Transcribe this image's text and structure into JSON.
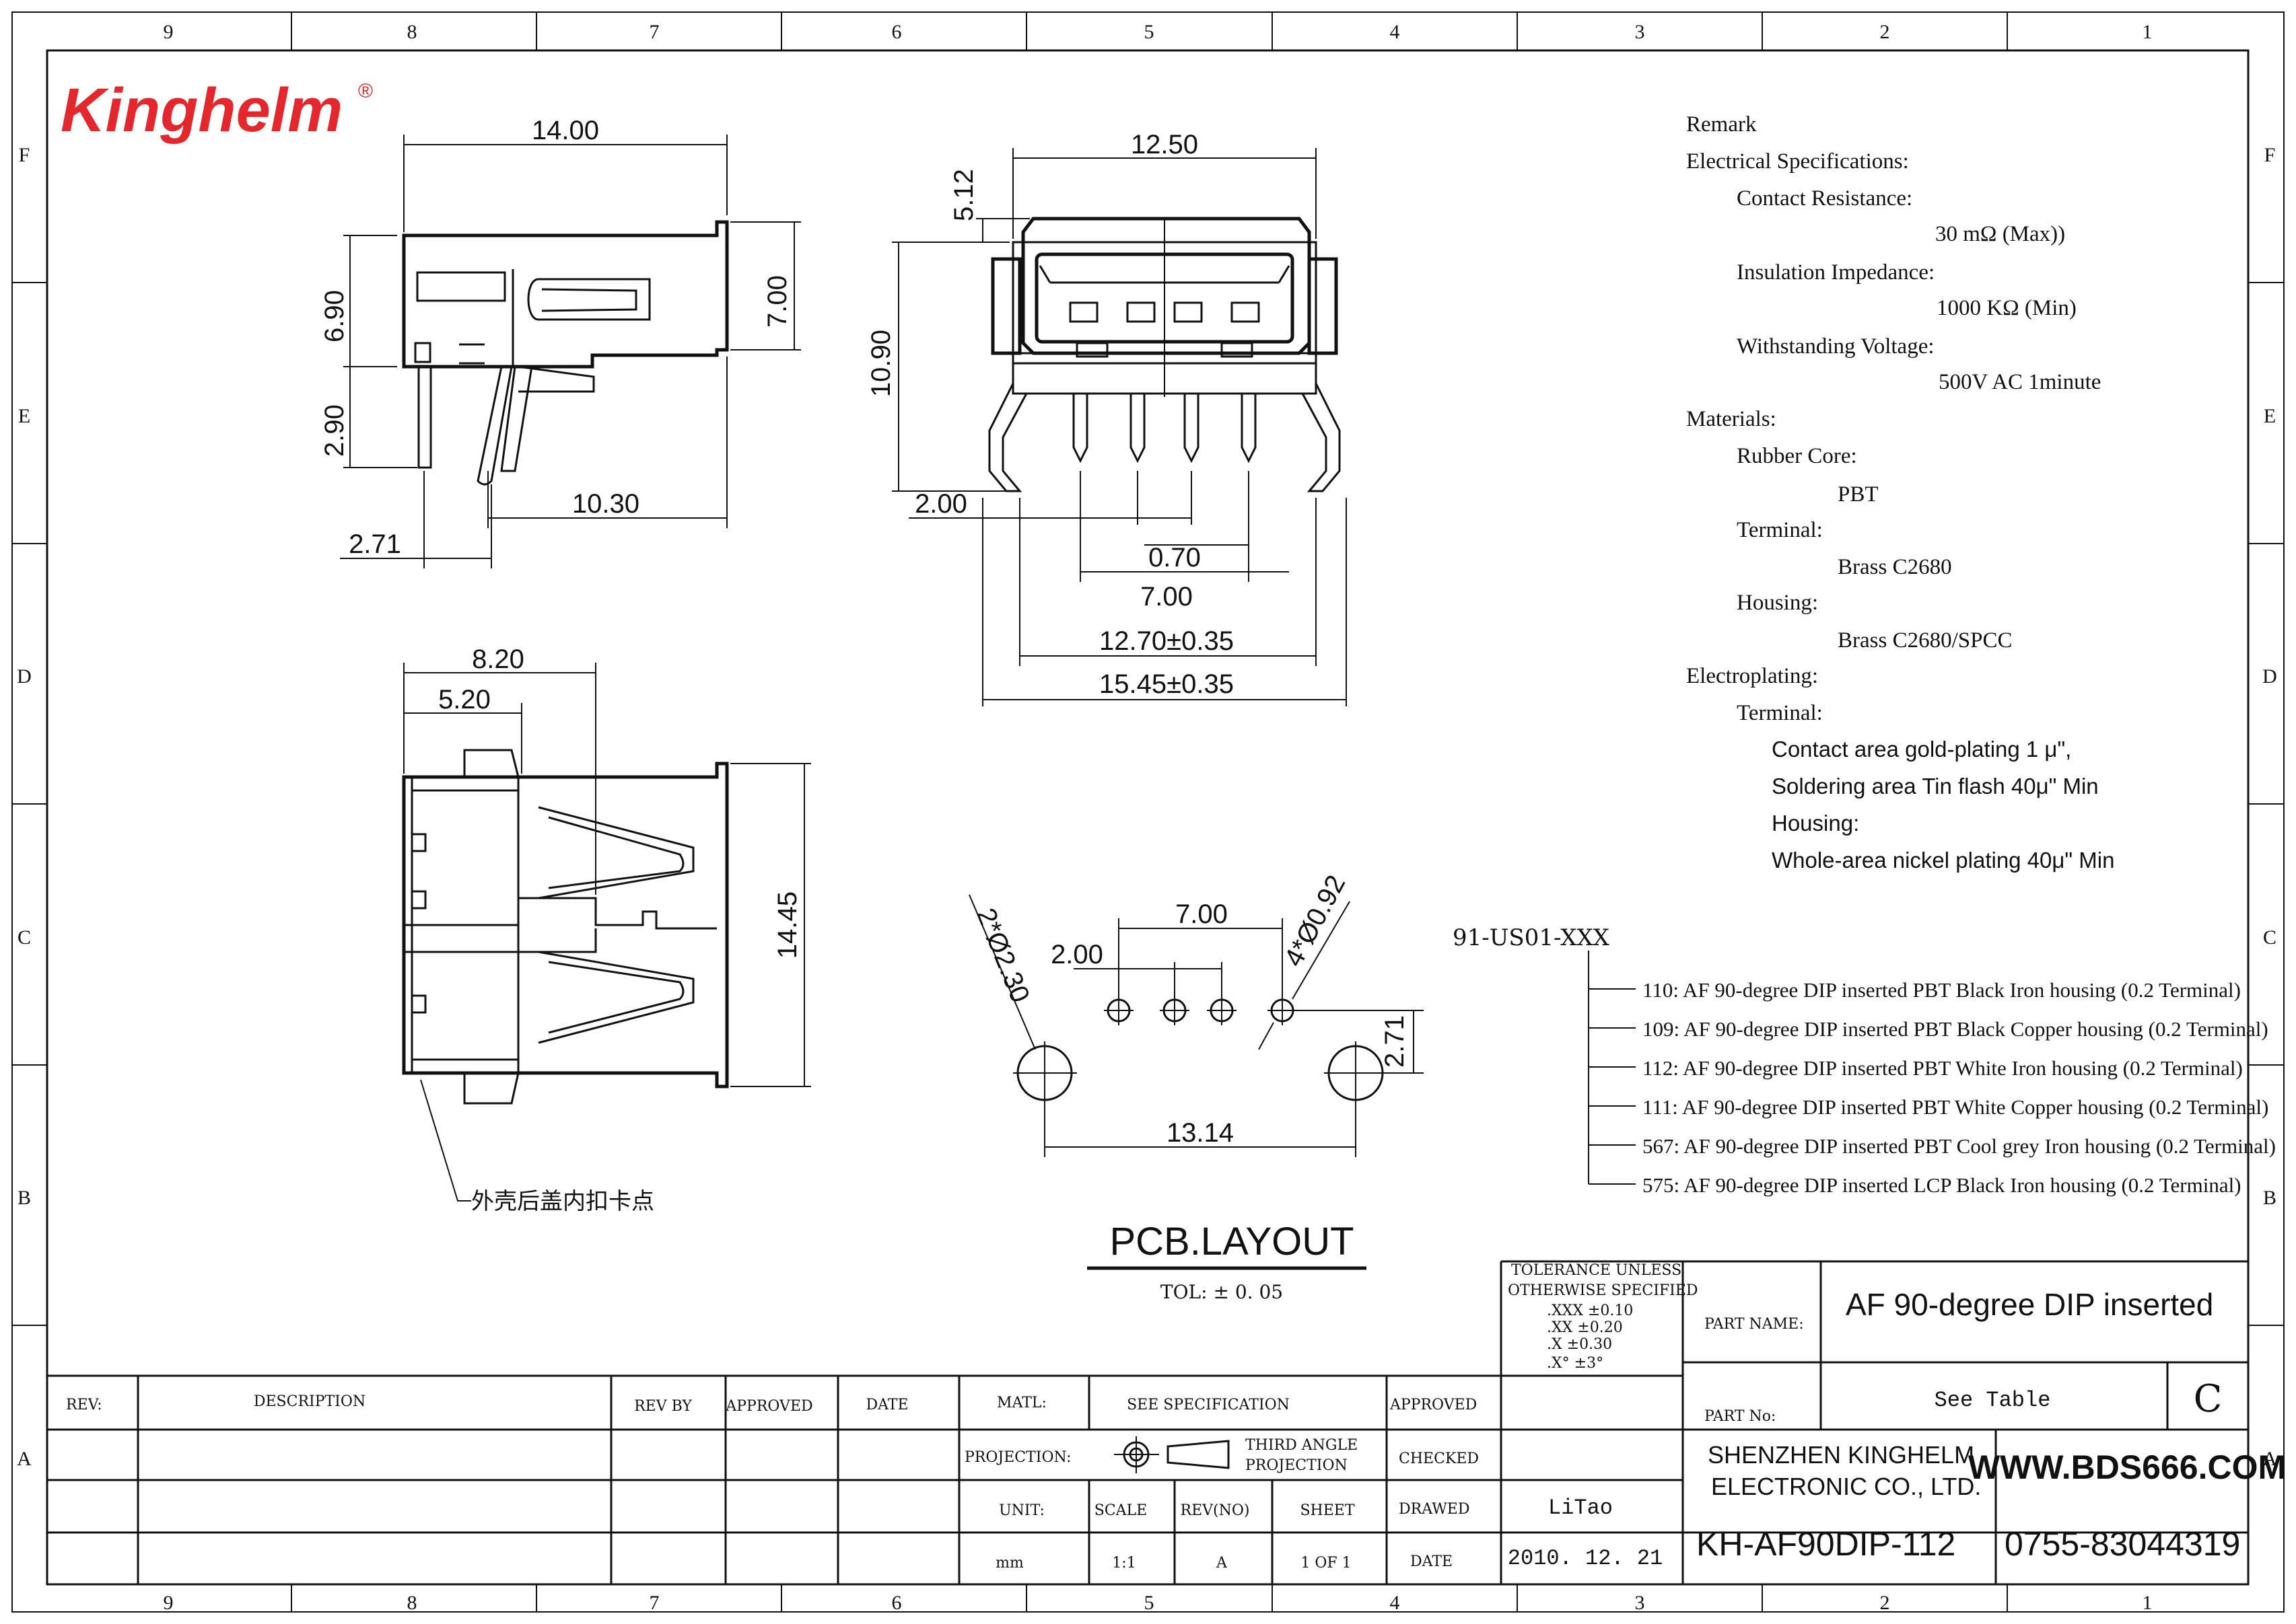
{
  "frame": {
    "columns": [
      "9",
      "8",
      "7",
      "6",
      "5",
      "4",
      "3",
      "2",
      "1"
    ],
    "rows": [
      "F",
      "E",
      "D",
      "C",
      "B",
      "A"
    ]
  },
  "logo": {
    "text": "Kinghelm",
    "mark": "®",
    "color": "#e4272c"
  },
  "dimensions": {
    "side_view": [
      "14.00",
      "6.90",
      "2.90",
      "7.00",
      "10.30",
      "2.71"
    ],
    "front_view": [
      "12.50",
      "5.12",
      "10.90",
      "2.00",
      "0.70",
      "7.00",
      "12.70±0.35",
      "15.45±0.35"
    ],
    "top_view": [
      "8.20",
      "5.20",
      "14.45"
    ],
    "pcb": [
      "7.00",
      "2.00",
      "13.14",
      "2.71",
      "4*Ø0.92",
      "2*Ø2.30"
    ]
  },
  "callout": {
    "text": "外壳后盖内扣卡点"
  },
  "pcb": {
    "title": "PCB.LAYOUT",
    "tolerance": "TOL: ± 0. 05"
  },
  "remark": {
    "title": "Remark",
    "electrical": {
      "heading": "Electrical Specifications:",
      "contact_resistance_label": "Contact Resistance:",
      "contact_resistance_value": "30 mΩ (Max))",
      "insulation_label": "Insulation Impedance:",
      "insulation_value": "1000 KΩ (Min)",
      "withstanding_label": "Withstanding Voltage:",
      "withstanding_value": "500V AC 1minute"
    },
    "materials": {
      "heading": "Materials:",
      "rubber_core_label": "Rubber Core:",
      "rubber_core_value": "PBT",
      "terminal_label": "Terminal:",
      "terminal_value": "Brass C2680",
      "housing_label": "Housing:",
      "housing_value": "Brass C2680/SPCC"
    },
    "electroplating": {
      "heading": "Electroplating:",
      "terminal_label": "Terminal:",
      "contact_area": "Contact area gold-plating 1 μ\",",
      "soldering_area": "Soldering area Tin flash 40μ\" Min",
      "housing_label": "Housing:",
      "housing_value": "Whole-area nickel plating 40μ\" Min"
    }
  },
  "options": {
    "code": "91-US01-XXX",
    "items": [
      "110: AF 90-degree DIP inserted PBT Black Iron housing (0.2 Terminal)",
      "109: AF 90-degree DIP inserted PBT Black Copper housing (0.2 Terminal)",
      "112: AF 90-degree DIP inserted PBT White Iron housing (0.2 Terminal)",
      "111: AF 90-degree DIP inserted PBT White Copper housing (0.2 Terminal)",
      "567: AF 90-degree DIP inserted PBT Cool grey Iron housing (0.2 Terminal)",
      "575: AF 90-degree DIP inserted LCP Black Iron housing (0.2 Terminal)"
    ]
  },
  "title_block": {
    "tolerance": [
      "TOLERANCE UNLESS",
      "OTHERWISE SPECIFIED",
      ".XXX ±0.10",
      ".XX ±0.20",
      ".X ±0.30",
      ".X° ±3°"
    ],
    "part_name_label": "PART NAME:",
    "part_name": "AF 90-degree DIP inserted",
    "part_no_label": "PART No:",
    "part_no": "See Table",
    "revision_letter": "C",
    "company_line1": "SHENZHEN KINGHELM",
    "company_line2": "ELECTRONIC CO., LTD.",
    "website": "WWW.BDS666.COM",
    "model": "KH-AF90DIP-112",
    "phone": "0755-83044319",
    "rev_header": "REV:",
    "description_header": "DESCRIPTION",
    "rev_by_header": "REV BY",
    "approved_header": "APPROVED",
    "date_header": "DATE",
    "matl_label": "MATL:",
    "matl_value": "SEE SPECIFICATION",
    "approved_label": "APPROVED",
    "projection_label": "PROJECTION:",
    "projection_value": [
      "THIRD ANGLE",
      "PROJECTION"
    ],
    "checked_label": "CHECKED",
    "unit_label": "UNIT:",
    "scale_label": "SCALE",
    "rev_no_label": "REV(NO)",
    "sheet_label": "SHEET",
    "drawn_label": "DRAWED",
    "drawn_by": "LiTao",
    "unit": "mm",
    "scale": "1:1",
    "rev_no": "A",
    "sheet": "1 OF 1",
    "date_label": "DATE",
    "date": "2010. 12. 21"
  }
}
